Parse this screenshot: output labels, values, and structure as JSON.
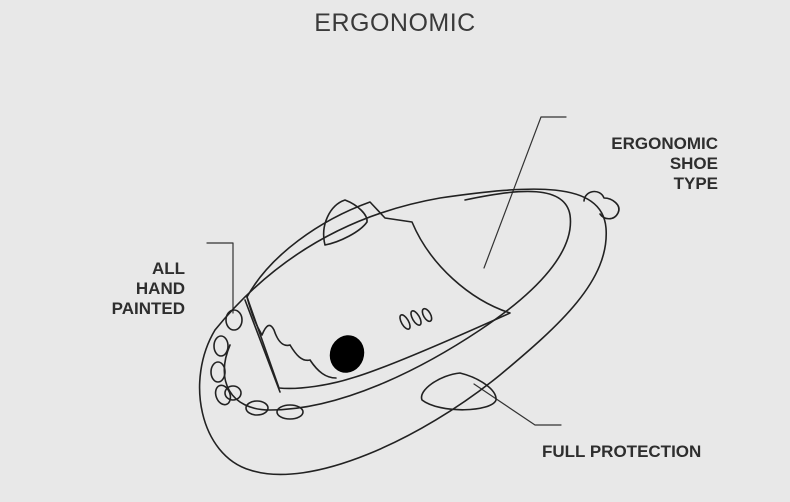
{
  "title": "ERGONOMIC",
  "callouts": {
    "ergonomic_shoe_type": [
      "ERGONOMIC",
      "SHOE",
      "TYPE"
    ],
    "all_hand_painted": [
      "ALL",
      "HAND",
      "PAINTED"
    ],
    "full_protection": "FULL PROTECTION"
  },
  "colors": {
    "background": "#e8e8e8",
    "line": "#222222",
    "text": "#2e2e2e"
  }
}
